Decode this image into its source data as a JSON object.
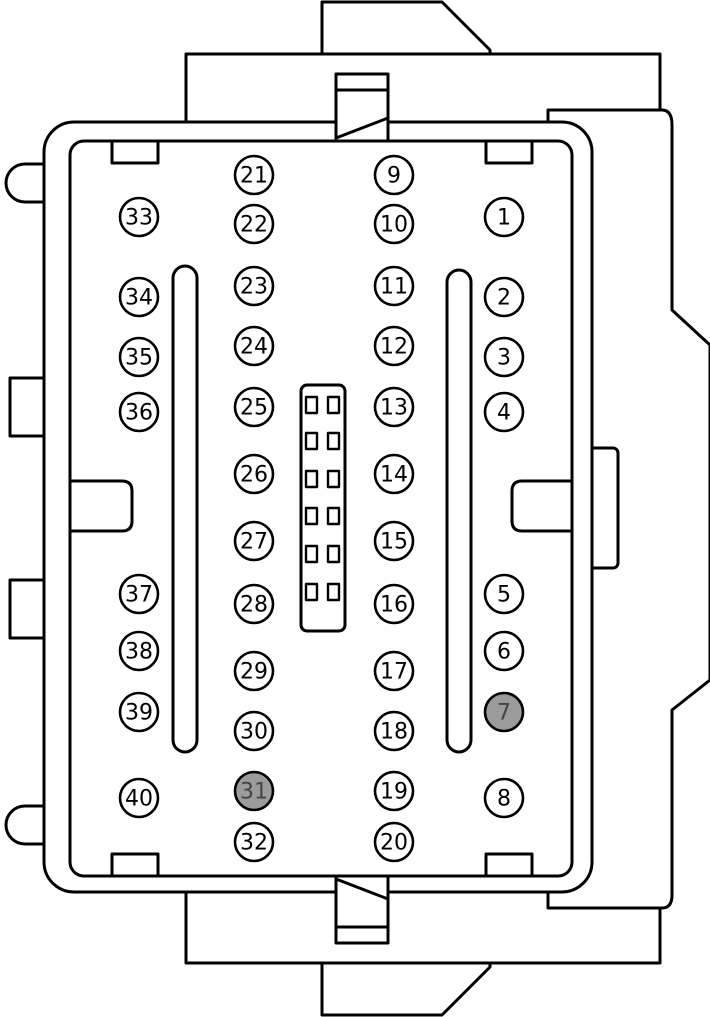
{
  "colors": {
    "line": "#000000",
    "background": "#ffffff",
    "pin_open_fill": "#ffffff",
    "pin_highlight_fill": "#9b9b9b",
    "pin_highlight_label": "#444444"
  },
  "pins": [
    {
      "label": "1",
      "highlighted": false
    },
    {
      "label": "2",
      "highlighted": false
    },
    {
      "label": "3",
      "highlighted": false
    },
    {
      "label": "4",
      "highlighted": false
    },
    {
      "label": "5",
      "highlighted": false
    },
    {
      "label": "6",
      "highlighted": false
    },
    {
      "label": "7",
      "highlighted": true
    },
    {
      "label": "8",
      "highlighted": false
    },
    {
      "label": "9",
      "highlighted": false
    },
    {
      "label": "10",
      "highlighted": false
    },
    {
      "label": "11",
      "highlighted": false
    },
    {
      "label": "12",
      "highlighted": false
    },
    {
      "label": "13",
      "highlighted": false
    },
    {
      "label": "14",
      "highlighted": false
    },
    {
      "label": "15",
      "highlighted": false
    },
    {
      "label": "16",
      "highlighted": false
    },
    {
      "label": "17",
      "highlighted": false
    },
    {
      "label": "18",
      "highlighted": false
    },
    {
      "label": "19",
      "highlighted": false
    },
    {
      "label": "20",
      "highlighted": false
    },
    {
      "label": "21",
      "highlighted": false
    },
    {
      "label": "22",
      "highlighted": false
    },
    {
      "label": "23",
      "highlighted": false
    },
    {
      "label": "24",
      "highlighted": false
    },
    {
      "label": "25",
      "highlighted": false
    },
    {
      "label": "26",
      "highlighted": false
    },
    {
      "label": "27",
      "highlighted": false
    },
    {
      "label": "28",
      "highlighted": false
    },
    {
      "label": "29",
      "highlighted": false
    },
    {
      "label": "30",
      "highlighted": false
    },
    {
      "label": "31",
      "highlighted": true
    },
    {
      "label": "32",
      "highlighted": false
    },
    {
      "label": "33",
      "highlighted": false
    },
    {
      "label": "34",
      "highlighted": false
    },
    {
      "label": "35",
      "highlighted": false
    },
    {
      "label": "36",
      "highlighted": false
    },
    {
      "label": "37",
      "highlighted": false
    },
    {
      "label": "38",
      "highlighted": false
    },
    {
      "label": "39",
      "highlighted": false
    },
    {
      "label": "40",
      "highlighted": false
    }
  ]
}
